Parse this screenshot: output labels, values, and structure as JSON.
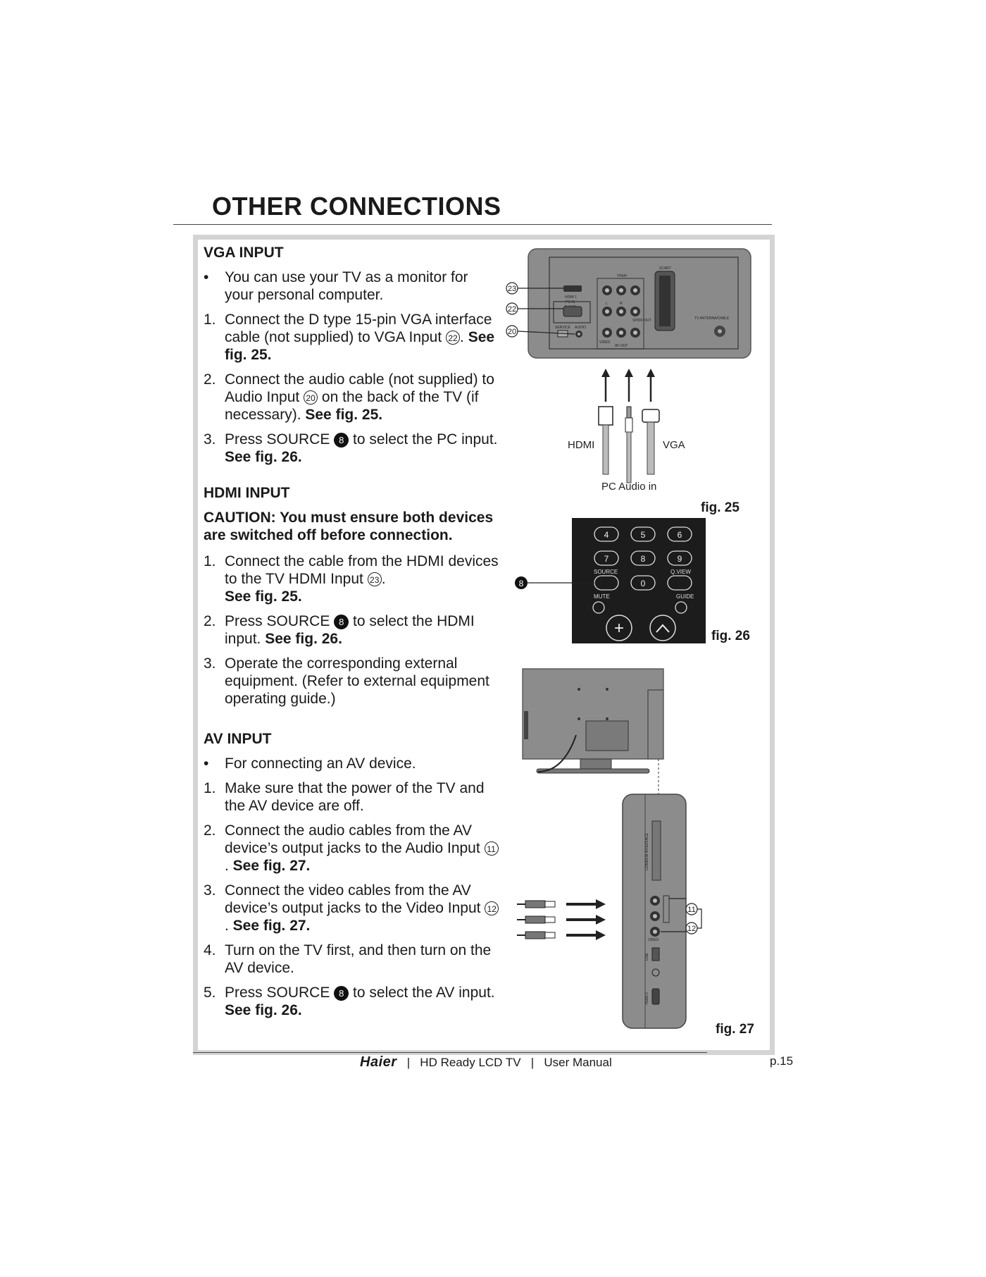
{
  "title": "OTHER CONNECTIONS",
  "vga": {
    "heading": "VGA INPUT",
    "bullet": "You can use your TV as a monitor for your personal computer.",
    "s1_a": "Connect the D type 15-pin VGA interface cable (not supplied) to VGA Input ",
    "s1_ref": "22",
    "s1_b": ". ",
    "s1_see": "See fig. 25.",
    "s2_a": "Connect the audio cable (not supplied) to Audio Input ",
    "s2_ref": "20",
    "s2_b": " on the back of the TV (if necessary). ",
    "s2_see": "See fig. 25.",
    "s3_a": "Press SOURCE ",
    "s3_ref": "8",
    "s3_b": " to select the PC input. ",
    "s3_see": "See fig. 26."
  },
  "hdmi": {
    "heading": "HDMI INPUT",
    "caution": "CAUTION: You must ensure both devices are switched off before connection.",
    "s1_a": "Connect the cable from the HDMI devices to the TV HDMI Input ",
    "s1_ref": "23",
    "s1_b": ".",
    "s1_see": "See fig. 25.",
    "s2_a": "Press SOURCE ",
    "s2_ref": "8",
    "s2_b": " to select the HDMI input. ",
    "s2_see": "See fig. 26.",
    "s3": "Operate the corresponding external equipment. (Refer to external equipment operating guide.)"
  },
  "av": {
    "heading": "AV INPUT",
    "bullet": "For connecting an AV device.",
    "s1": "Make sure that the power of the TV and the AV device are off.",
    "s2_a": "Connect the audio cables from the AV device’s output jacks to the Audio Input ",
    "s2_ref": "11",
    "s2_b": ". ",
    "s2_see": "See fig. 27.",
    "s3_a": "Connect the video cables from the AV device’s output jacks to the Video Input ",
    "s3_ref": "12",
    "s3_b": ". ",
    "s3_see": "See fig. 27.",
    "s4": "Turn on the TV first, and then turn on the AV device.",
    "s5_a": "Press SOURCE ",
    "s5_ref": "8",
    "s5_b": " to select the AV input. ",
    "s5_see": "See fig. 26."
  },
  "fig25": {
    "caption": "fig. 25",
    "callouts": [
      "23",
      "22",
      "20"
    ],
    "cable_hdmi": "HDMI",
    "cable_vga": "VGA",
    "cable_audio": "PC Audio in",
    "panel_labels": {
      "scart": "SCART",
      "ypbpr": "YPbPr",
      "hdmi1": "HDMI 1",
      "pcin": "PC IN",
      "dsub": "D-SUB",
      "service": "SERVICE",
      "audio": "AUDIO",
      "spdif": "SPDIF OUT",
      "video": "VIDEO",
      "avout": "AV OUT",
      "antenna": "TV ANTENNA/CABLE",
      "l": "L",
      "r": "R"
    }
  },
  "fig26": {
    "caption": "fig. 26",
    "callout": "8",
    "keys_row1": [
      "4",
      "5",
      "6"
    ],
    "keys_row2": [
      "7",
      "8",
      "9"
    ],
    "key_zero": "0",
    "label_source": "SOURCE",
    "label_qview": "Q.VIEW",
    "label_mute": "MUTE",
    "label_guide": "GUIDE"
  },
  "fig27": {
    "caption": "fig. 27",
    "callouts": [
      "11",
      "12"
    ],
    "side_labels": [
      "COMMON INTERFACE",
      "USB",
      "HDMI 2",
      "VIDEO"
    ]
  },
  "footer": {
    "brand": "Haier",
    "sep": "|",
    "product": "HD Ready LCD TV",
    "doc": "User Manual",
    "page": "p.15"
  }
}
